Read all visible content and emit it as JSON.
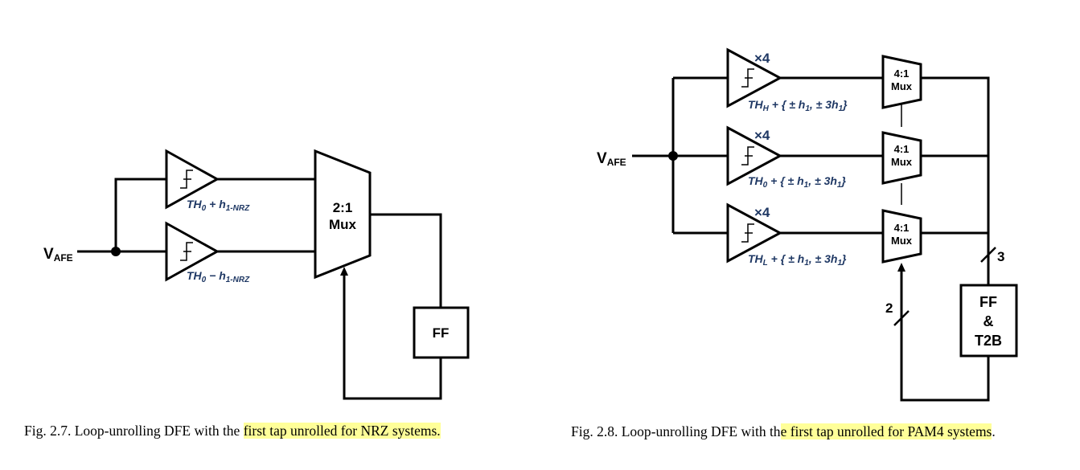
{
  "fig27": {
    "input_label": "V",
    "input_sub": "AFE",
    "comparators": [
      {
        "label": "TH",
        "sub": "0",
        "rest": " + h",
        "sub2": "1-NRZ"
      },
      {
        "label": "TH",
        "sub": "0",
        "rest": " − h",
        "sub2": "1-NRZ"
      }
    ],
    "mux_line1": "2:1",
    "mux_line2": "Mux",
    "ff_label": "FF",
    "caption_plain": "Fig. 2.7. Loop-unrolling DFE with the ",
    "caption_highlight": "first tap unrolled for NRZ systems."
  },
  "fig28": {
    "input_label": "V",
    "input_sub": "AFE",
    "multiplier": "×4",
    "comparators": [
      {
        "label": "TH",
        "sub": "H",
        "rest": " + { ± h",
        "sub2": "1",
        "rest2": ", ± 3h",
        "sub3": "1",
        "rest3": "}"
      },
      {
        "label": "TH",
        "sub": "0",
        "rest": " + { ± h",
        "sub2": "1",
        "rest2": ", ± 3h",
        "sub3": "1",
        "rest3": "}"
      },
      {
        "label": "TH",
        "sub": "L",
        "rest": " + { ± h",
        "sub2": "1",
        "rest2": ", ± 3h",
        "sub3": "1",
        "rest3": "}"
      }
    ],
    "mux_line1": "4:1",
    "mux_line2": "Mux",
    "bus_right": "3",
    "bus_left": "2",
    "ff_line1": "FF",
    "ff_line2": "&",
    "ff_line3": "T2B",
    "caption_plain": "Fig. 2.8. Loop-unrolling DFE with th",
    "caption_highlight": "e first tap unrolled for PAM4 systems",
    "caption_tail": "."
  }
}
